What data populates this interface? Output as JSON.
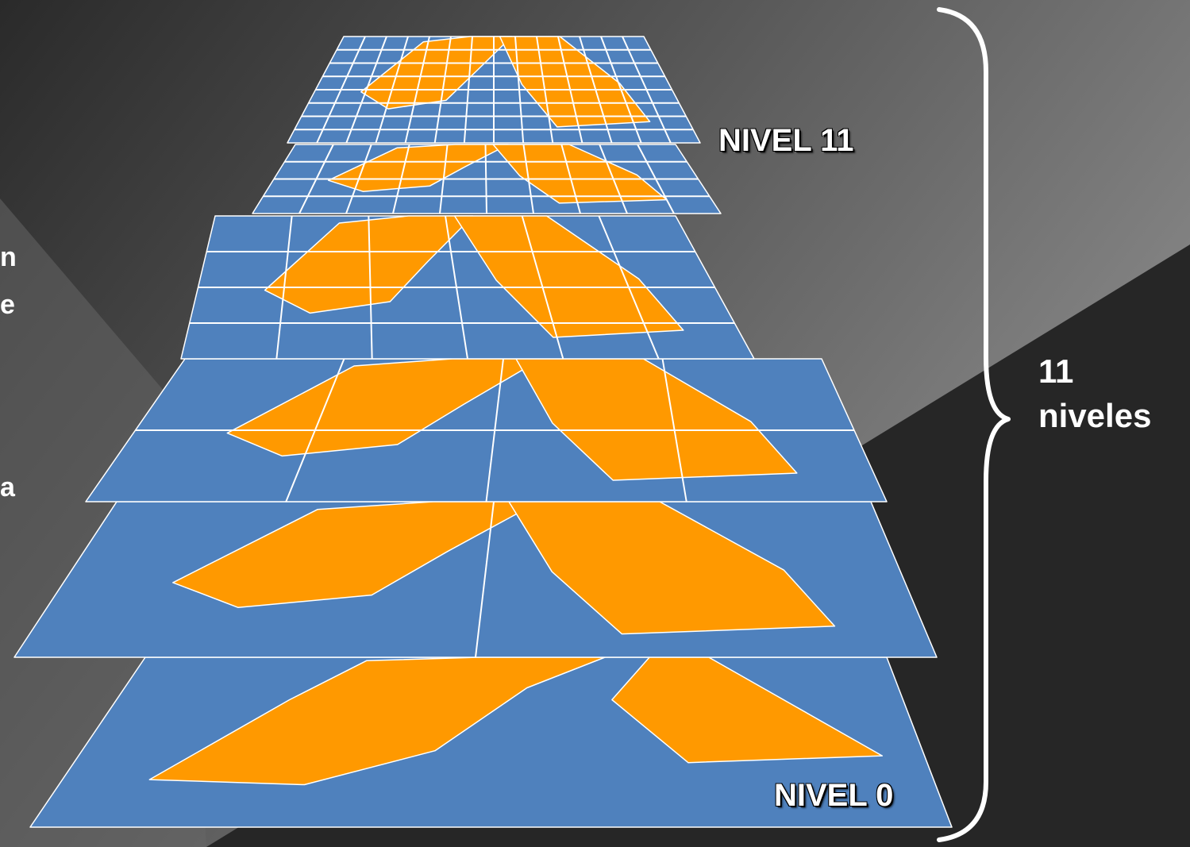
{
  "colors": {
    "layer_fill": "#4f81bd",
    "shape_fill": "#ff9900",
    "grid_line": "#ffffff",
    "text": "#ffffff"
  },
  "labels": {
    "top_level": "NIVEL 11",
    "bottom_level": "NIVEL 0",
    "level_count_number": "11",
    "level_count_word": "niveles"
  },
  "left_fragments": {
    "frag_1": "n",
    "frag_2": "e",
    "frag_3": "a"
  },
  "layers": [
    {
      "level": "0",
      "grid": [
        1,
        1
      ]
    },
    {
      "level": "1",
      "grid": [
        2,
        1
      ]
    },
    {
      "level": "2",
      "grid": [
        4,
        2
      ]
    },
    {
      "level": "3",
      "grid": [
        6,
        4
      ]
    },
    {
      "level": "4",
      "grid": [
        10,
        4
      ]
    },
    {
      "level": "11",
      "grid": [
        14,
        8
      ]
    }
  ]
}
